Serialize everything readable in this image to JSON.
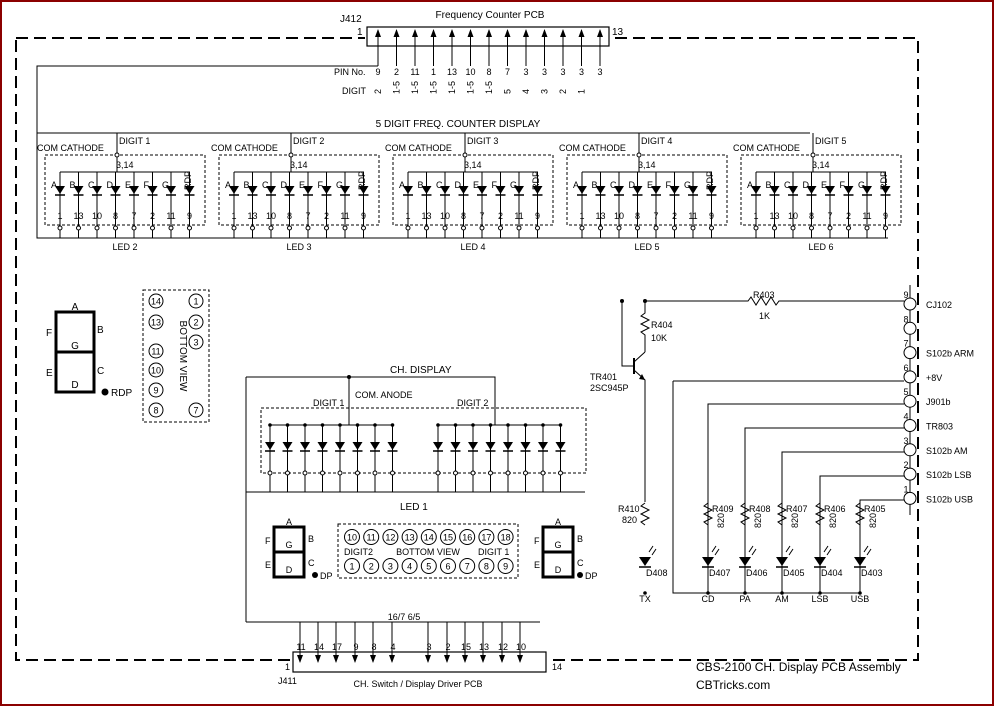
{
  "title_lines": {
    "line1": "CBS-2100 CH. Display PCB Assembly",
    "line2": "CBTricks.com"
  },
  "j412": {
    "ref": "J412",
    "name": "Frequency Counter PCB",
    "pin_first": "1",
    "pin_last": "13",
    "pin_no_label": "PIN No.",
    "digit_label": "DIGIT",
    "pins": [
      "9",
      "2",
      "11",
      "1",
      "13",
      "10",
      "8",
      "7",
      "3",
      "3",
      "3",
      "3",
      "3"
    ],
    "digits": [
      "2",
      "1-5",
      "1-5",
      "1-5",
      "1-5",
      "1-5",
      "1-5",
      "5",
      "4",
      "3",
      "2",
      "1"
    ]
  },
  "freq_display": {
    "title": "5 DIGIT FREQ. COUNTER DISPLAY",
    "com_label": "COM CATHODE",
    "common_pins": "3,14",
    "rdp_label": "RDP",
    "segments": [
      "A",
      "B",
      "C",
      "D",
      "E",
      "F",
      "G"
    ],
    "pin_numbers": [
      "1",
      "13",
      "10",
      "8",
      "7",
      "2",
      "11",
      "9"
    ],
    "digits": [
      {
        "digit": "DIGIT 1",
        "led": "LED 2"
      },
      {
        "digit": "DIGIT 2",
        "led": "LED 3"
      },
      {
        "digit": "DIGIT 3",
        "led": "LED 4"
      },
      {
        "digit": "DIGIT 4",
        "led": "LED 5"
      },
      {
        "digit": "DIGIT 5",
        "led": "LED 6"
      }
    ]
  },
  "seg_diagram_large": {
    "top": "A",
    "upper_left": "F",
    "upper_right": "B",
    "middle": "G",
    "lower_left": "E",
    "lower_right": "C",
    "bottom": "D",
    "dp": "RDP"
  },
  "bottom_view_freq": {
    "label": "BOTTOM VIEW",
    "left_pins": [
      "14",
      "13",
      "11",
      "10",
      "9",
      "8"
    ],
    "right_pins": [
      "1",
      "2",
      "3",
      "7"
    ]
  },
  "ch_display": {
    "title": "CH. DISPLAY",
    "com_label": "COM. ANODE",
    "digit1": "DIGIT 1",
    "digit2": "DIGIT 2",
    "led": "LED 1"
  },
  "ch_seg_left": {
    "top": "A",
    "ul": "F",
    "ur": "B",
    "mid": "G",
    "ll": "E",
    "lr": "C",
    "bot": "D",
    "dp": "DP"
  },
  "ch_seg_right": {
    "top": "A",
    "ul": "F",
    "ur": "B",
    "mid": "G",
    "ll": "E",
    "lr": "C",
    "bot": "D",
    "dp": "DP"
  },
  "bottom_view_ch": {
    "label": "BOTTOM VIEW",
    "digit2": "DIGIT2",
    "digit1": "DIGIT 1",
    "top_pins": [
      "10",
      "11",
      "12",
      "13",
      "14",
      "15",
      "16",
      "17",
      "18"
    ],
    "bottom_pins": [
      "1",
      "2",
      "3",
      "4",
      "5",
      "6",
      "7",
      "8",
      "9"
    ]
  },
  "j411": {
    "ref": "J411",
    "name": "CH. Switch / Display Driver PCB",
    "pin_first": "1",
    "pin_last": "14",
    "bus_label": "16/7 6/5",
    "pins": [
      "11",
      "14",
      "17",
      "9",
      "8",
      "4",
      "3",
      "2",
      "15",
      "13",
      "12",
      "10"
    ]
  },
  "cj102": {
    "ref": "CJ102",
    "pins": [
      {
        "num": "9",
        "label": "CJ102"
      },
      {
        "num": "8",
        "label": ""
      },
      {
        "num": "7",
        "label": "S102b ARM"
      },
      {
        "num": "6",
        "label": "+8V"
      },
      {
        "num": "5",
        "label": "J901b"
      },
      {
        "num": "4",
        "label": "TR803"
      },
      {
        "num": "3",
        "label": "S102b AM"
      },
      {
        "num": "2",
        "label": "S102b LSB"
      },
      {
        "num": "1",
        "label": "S102b USB"
      }
    ]
  },
  "r403": {
    "ref": "R403",
    "value": "1K"
  },
  "r404": {
    "ref": "R404",
    "value": "10K"
  },
  "tr401": {
    "ref": "TR401",
    "part": "2SC945P"
  },
  "indicators": [
    {
      "res": "R410",
      "val": "820",
      "diode": "D408",
      "label": "TX"
    },
    {
      "res": "R409",
      "val": "820",
      "diode": "D407",
      "label": "CD"
    },
    {
      "res": "R408",
      "val": "820",
      "diode": "D406",
      "label": "PA"
    },
    {
      "res": "R407",
      "val": "820",
      "diode": "D405",
      "label": "AM"
    },
    {
      "res": "R406",
      "val": "820",
      "diode": "D404",
      "label": "LSB"
    },
    {
      "res": "R405",
      "val": "820",
      "diode": "D403",
      "label": "USB"
    }
  ]
}
